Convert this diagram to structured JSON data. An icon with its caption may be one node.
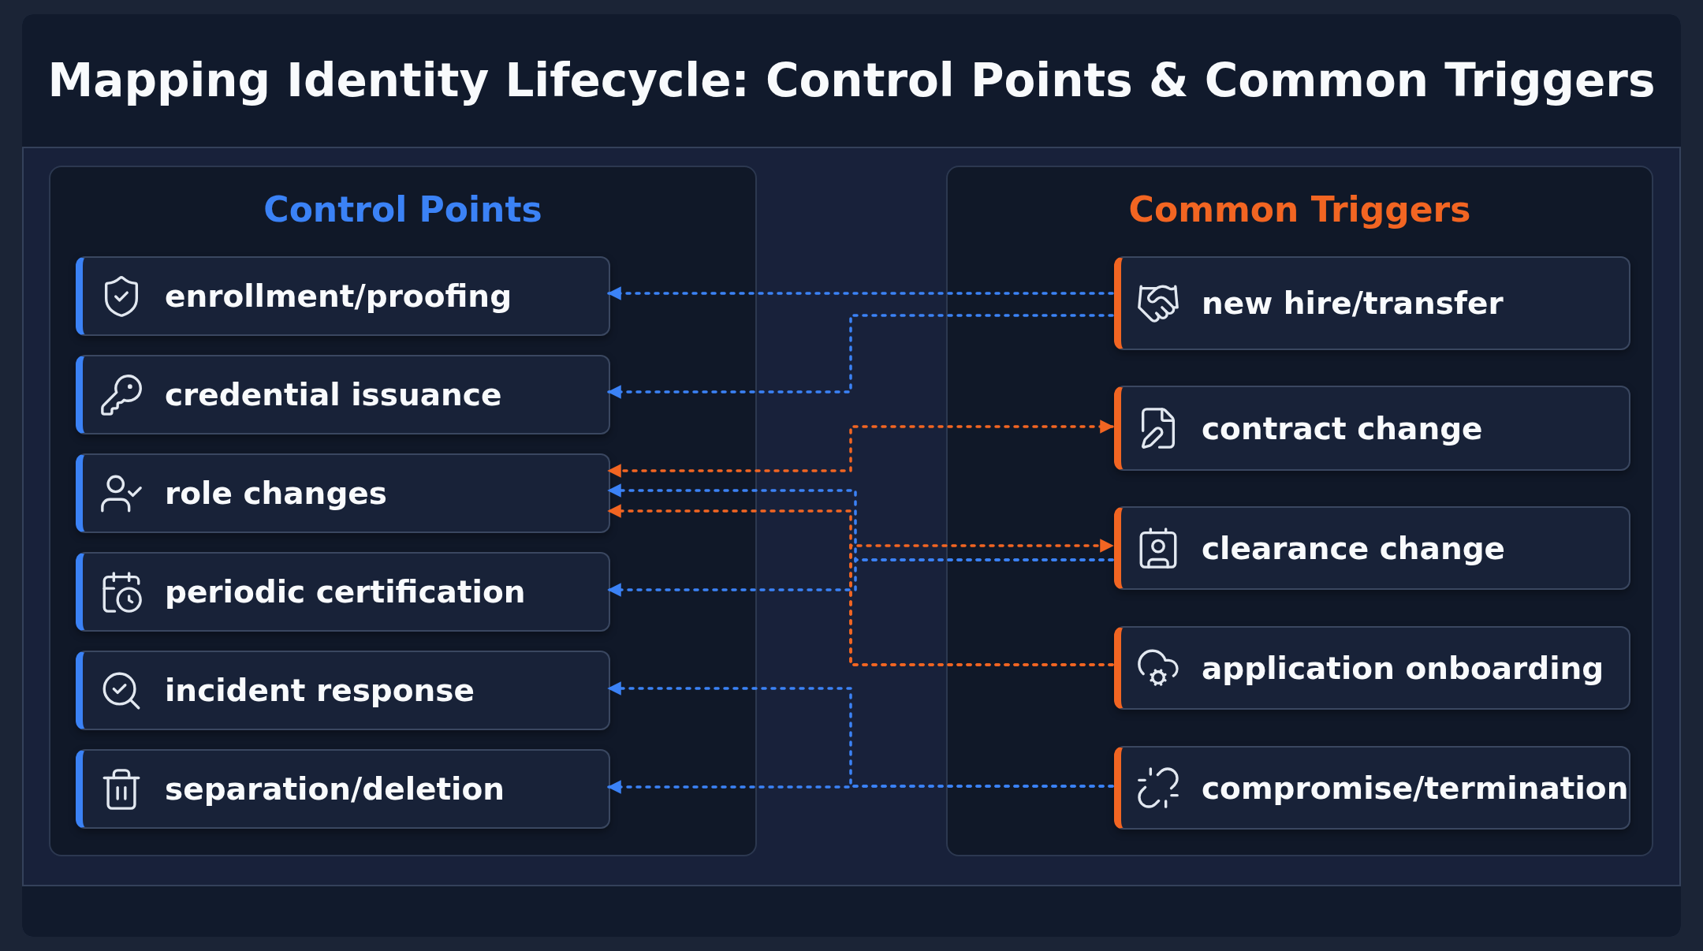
{
  "diagram": {
    "title": "Mapping Identity Lifecycle: Control Points & Common Triggers",
    "nodes": [
      {
        "text": [
          "Control Points"
        ]
      },
      {
        "text": [
          "enrollment/proofing"
        ],
        "in": 0
      },
      {
        "text": [
          "credential issuance"
        ],
        "in": 0
      },
      {
        "text": [
          "role changes"
        ],
        "in": 0
      },
      {
        "text": [
          "periodic certification"
        ],
        "in": 0
      },
      {
        "text": [
          "incident response"
        ],
        "in": 0
      },
      {
        "text": [
          "separation/deletion"
        ],
        "in": 0
      },
      {
        "text": [
          "Common Triggers"
        ]
      },
      {
        "text": [
          "new hire/transfer"
        ],
        "in": 7
      },
      {
        "text": [
          "contract change"
        ],
        "in": 7
      },
      {
        "text": [
          "clearance change"
        ],
        "in": 7
      },
      {
        "text": [
          "application onboarding"
        ],
        "in": 7
      },
      {
        "text": [
          "compromise/termination"
        ],
        "in": 7
      }
    ],
    "edges": [
      {
        "from": 8,
        "to": 1,
        "arrow": "to",
        "style": "dashed"
      },
      {
        "from": 8,
        "to": 2,
        "arrow": "to",
        "style": "dashed"
      },
      {
        "from": 9,
        "to": 3,
        "arrow": "both",
        "style": "dashed",
        "color": "#f26522"
      },
      {
        "from": 10,
        "to": 3,
        "arrow": "to",
        "style": "dashed"
      },
      {
        "from": 10,
        "to": 4,
        "arrow": "to",
        "style": "dashed"
      },
      {
        "from": 11,
        "to": 3,
        "arrow": "to",
        "style": "dashed",
        "color": "#f26522"
      },
      {
        "from": 11,
        "to": 10,
        "arrow": "to",
        "style": "dashed",
        "color": "#f26522"
      },
      {
        "from": 12,
        "to": 5,
        "arrow": "to",
        "style": "dashed"
      },
      {
        "from": 12,
        "to": 6,
        "arrow": "to",
        "style": "dashed"
      }
    ]
  }
}
